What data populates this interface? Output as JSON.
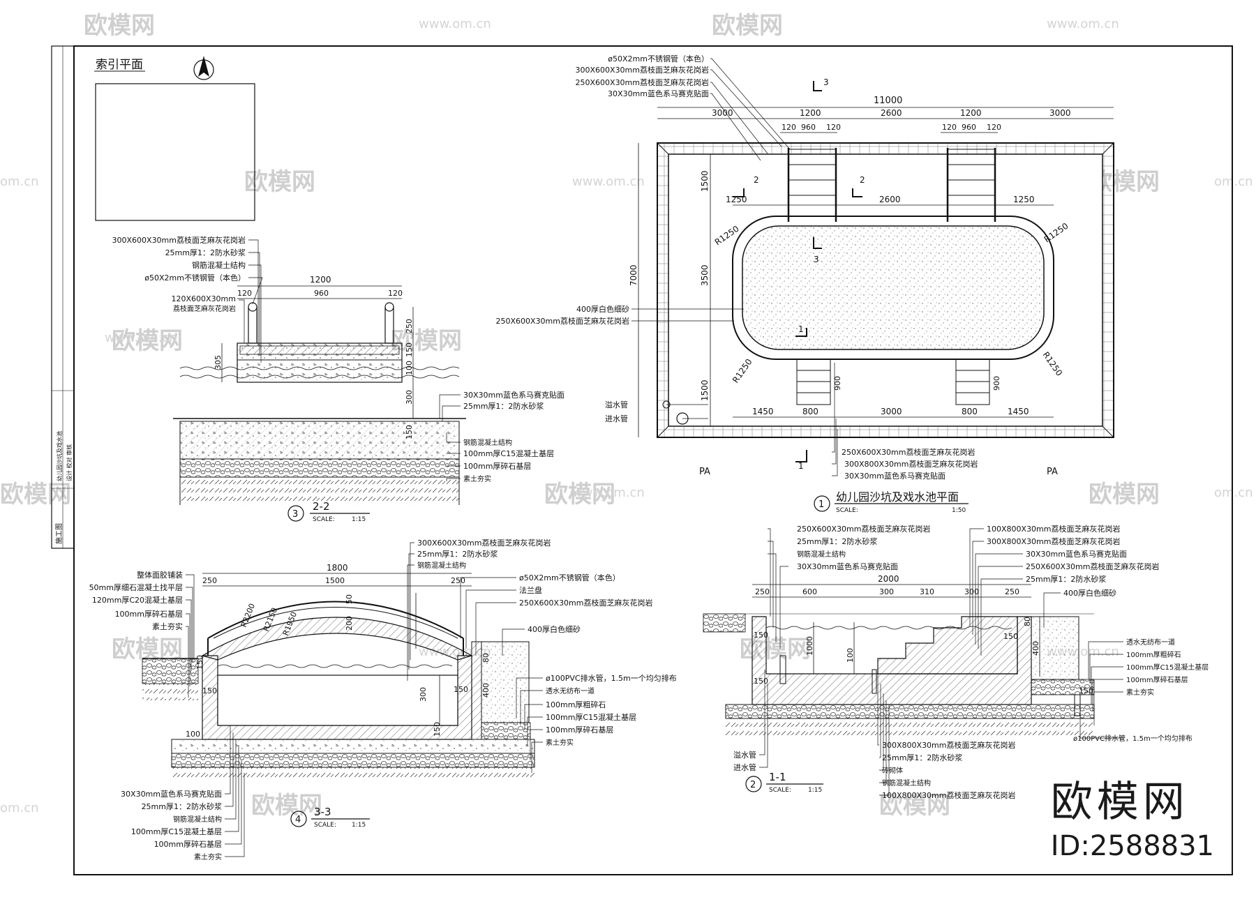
{
  "watermark": {
    "logo": "欧模网",
    "url": "www.om.cn",
    "url_short": "om.cn"
  },
  "corner": {
    "logo": "欧模网",
    "id": "ID:2588831"
  },
  "title_block": {
    "lines": [
      "施工图",
      "幼儿园沙坑及戏水池",
      "设计 校对 审核"
    ]
  },
  "index_plan": {
    "title": "索引平面"
  },
  "plan": {
    "label_num": "1",
    "title": "幼儿园沙坑及戏水池平面",
    "scale_label": "SCALE:",
    "scale": "1:50",
    "top_callouts": [
      "ø50X2mm不锈钢管（本色）",
      "300X600X30mm荔枝面芝麻灰花岗岩",
      "250X600X30mm荔枝面芝麻灰花岗岩",
      "30X30mm蓝色系马赛克贴面"
    ],
    "left_callouts": [
      "400厚白色细砂",
      "250X600X30mm荔枝面芝麻灰花岗岩"
    ],
    "pipe_labels": [
      "溢水管",
      "进水管"
    ],
    "bottom_callouts": [
      "250X600X30mm荔枝面芝麻灰花岗岩",
      "300X800X30mm荔枝面芝麻灰花岗岩",
      "30X30mm蓝色系马赛克贴面"
    ],
    "dims_top": [
      "11000",
      "3000",
      "1200",
      "2600",
      "1200",
      "3000",
      "120",
      "960",
      "120",
      "120",
      "960",
      "120"
    ],
    "dims_inner": [
      "1250",
      "2600",
      "1250"
    ],
    "dims_bottom": [
      "1450",
      "800",
      "3000",
      "800",
      "1450"
    ],
    "dims_left": [
      "7000",
      "1500",
      "3500",
      "1500"
    ],
    "radius": "R1250",
    "step_dim": "900",
    "pa": "PA",
    "sec_marks": [
      "2",
      "2",
      "3",
      "3",
      "1",
      "1"
    ]
  },
  "sec22": {
    "label_num": "3",
    "title": "2-2",
    "scale_label": "SCALE:",
    "scale": "1:15",
    "callouts_top": [
      "300X600X30mm荔枝面芝麻灰花岗岩",
      "25mm厚1：2防水砂浆",
      "钢筋混凝土结构",
      "ø50X2mm不锈钢管（本色）"
    ],
    "stone_label": [
      "120X600X30mm",
      "荔枝面芝麻灰花岗岩"
    ],
    "callouts_right": [
      "30X30mm蓝色系马赛克贴面",
      "25mm厚1：2防水砂浆",
      "钢筋混凝土结构",
      "100mm厚C15混凝土基层",
      "100mm厚碎石基层",
      "素土夯实"
    ],
    "dims": [
      "1200",
      "120",
      "960",
      "120",
      "250",
      "150",
      "100",
      "305",
      "300",
      "150"
    ]
  },
  "sec33": {
    "label_num": "4",
    "title": "3-3",
    "scale_label": "SCALE:",
    "scale": "1:15",
    "callouts_left": [
      "整体面胶铺装",
      "50mm厚细石混凝土找平层",
      "120mm厚C20混凝土基层",
      "100mm厚碎石基层",
      "素土夯实"
    ],
    "callouts_top": [
      "300X600X30mm荔枝面芝麻灰花岗岩",
      "25mm厚1：2防水砂浆",
      "钢筋混凝土结构",
      "ø50X2mm不锈钢管（本色）",
      "法兰盘",
      "250X600X30mm荔枝面芝麻灰花岗岩",
      "400厚白色细砂"
    ],
    "callouts_right": [
      "ø100PVC排水管，1.5m一个均匀排布",
      "透水无纺布一道",
      "100mm厚粗碎石",
      "100mm厚C15混凝土基层",
      "100mm厚碎石基层",
      "素土夯实"
    ],
    "callouts_bottom": [
      "30X30mm蓝色系马赛克贴面",
      "25mm厚1：2防水砂浆",
      "钢筋混凝土结构",
      "100mm厚C15混凝土基层",
      "100mm厚碎石基层",
      "素土夯实"
    ],
    "dims": [
      "1800",
      "250",
      "1500",
      "250",
      "R2200",
      "R2150",
      "R1950",
      "200",
      "50",
      "300",
      "150",
      "100",
      "150",
      "400",
      "150",
      "150",
      "80"
    ]
  },
  "sec11": {
    "label_num": "2",
    "title": "1-1",
    "scale_label": "SCALE:",
    "scale": "1:15",
    "callouts_top_left": [
      "250X600X30mm荔枝面芝麻灰花岗岩",
      "25mm厚1：2防水砂浆",
      "钢筋混凝土结构",
      "30X30mm蓝色系马赛克贴面"
    ],
    "callouts_top_right": [
      "100X800X30mm荔枝面芝麻灰花岗岩",
      "300X800X30mm荔枝面芝麻灰花岗岩",
      "30X30mm蓝色系马赛克贴面",
      "250X600X30mm荔枝面芝麻灰花岗岩",
      "25mm厚1：2防水砂浆",
      "400厚白色细砂"
    ],
    "callouts_right": [
      "透水无纺布一道",
      "100mm厚粗碎石",
      "100mm厚C15混凝土基层",
      "100mm厚碎石基层",
      "素土夯实",
      "ø100PVC排水管，1.5m一个均匀排布"
    ],
    "pipe_labels": [
      "溢水管",
      "进水管"
    ],
    "callouts_bottom": [
      "300X800X30mm荔枝面芝麻灰花岗岩",
      "25mm厚1：2防水砂浆",
      "砖砌体",
      "钢筋混凝土结构",
      "100X800X30mm荔枝面芝麻灰花岗岩"
    ],
    "dims": [
      "2000",
      "250",
      "600",
      "300",
      "310",
      "300",
      "250",
      "150",
      "150",
      "150",
      "1000",
      "100",
      "400",
      "150",
      "80"
    ]
  }
}
